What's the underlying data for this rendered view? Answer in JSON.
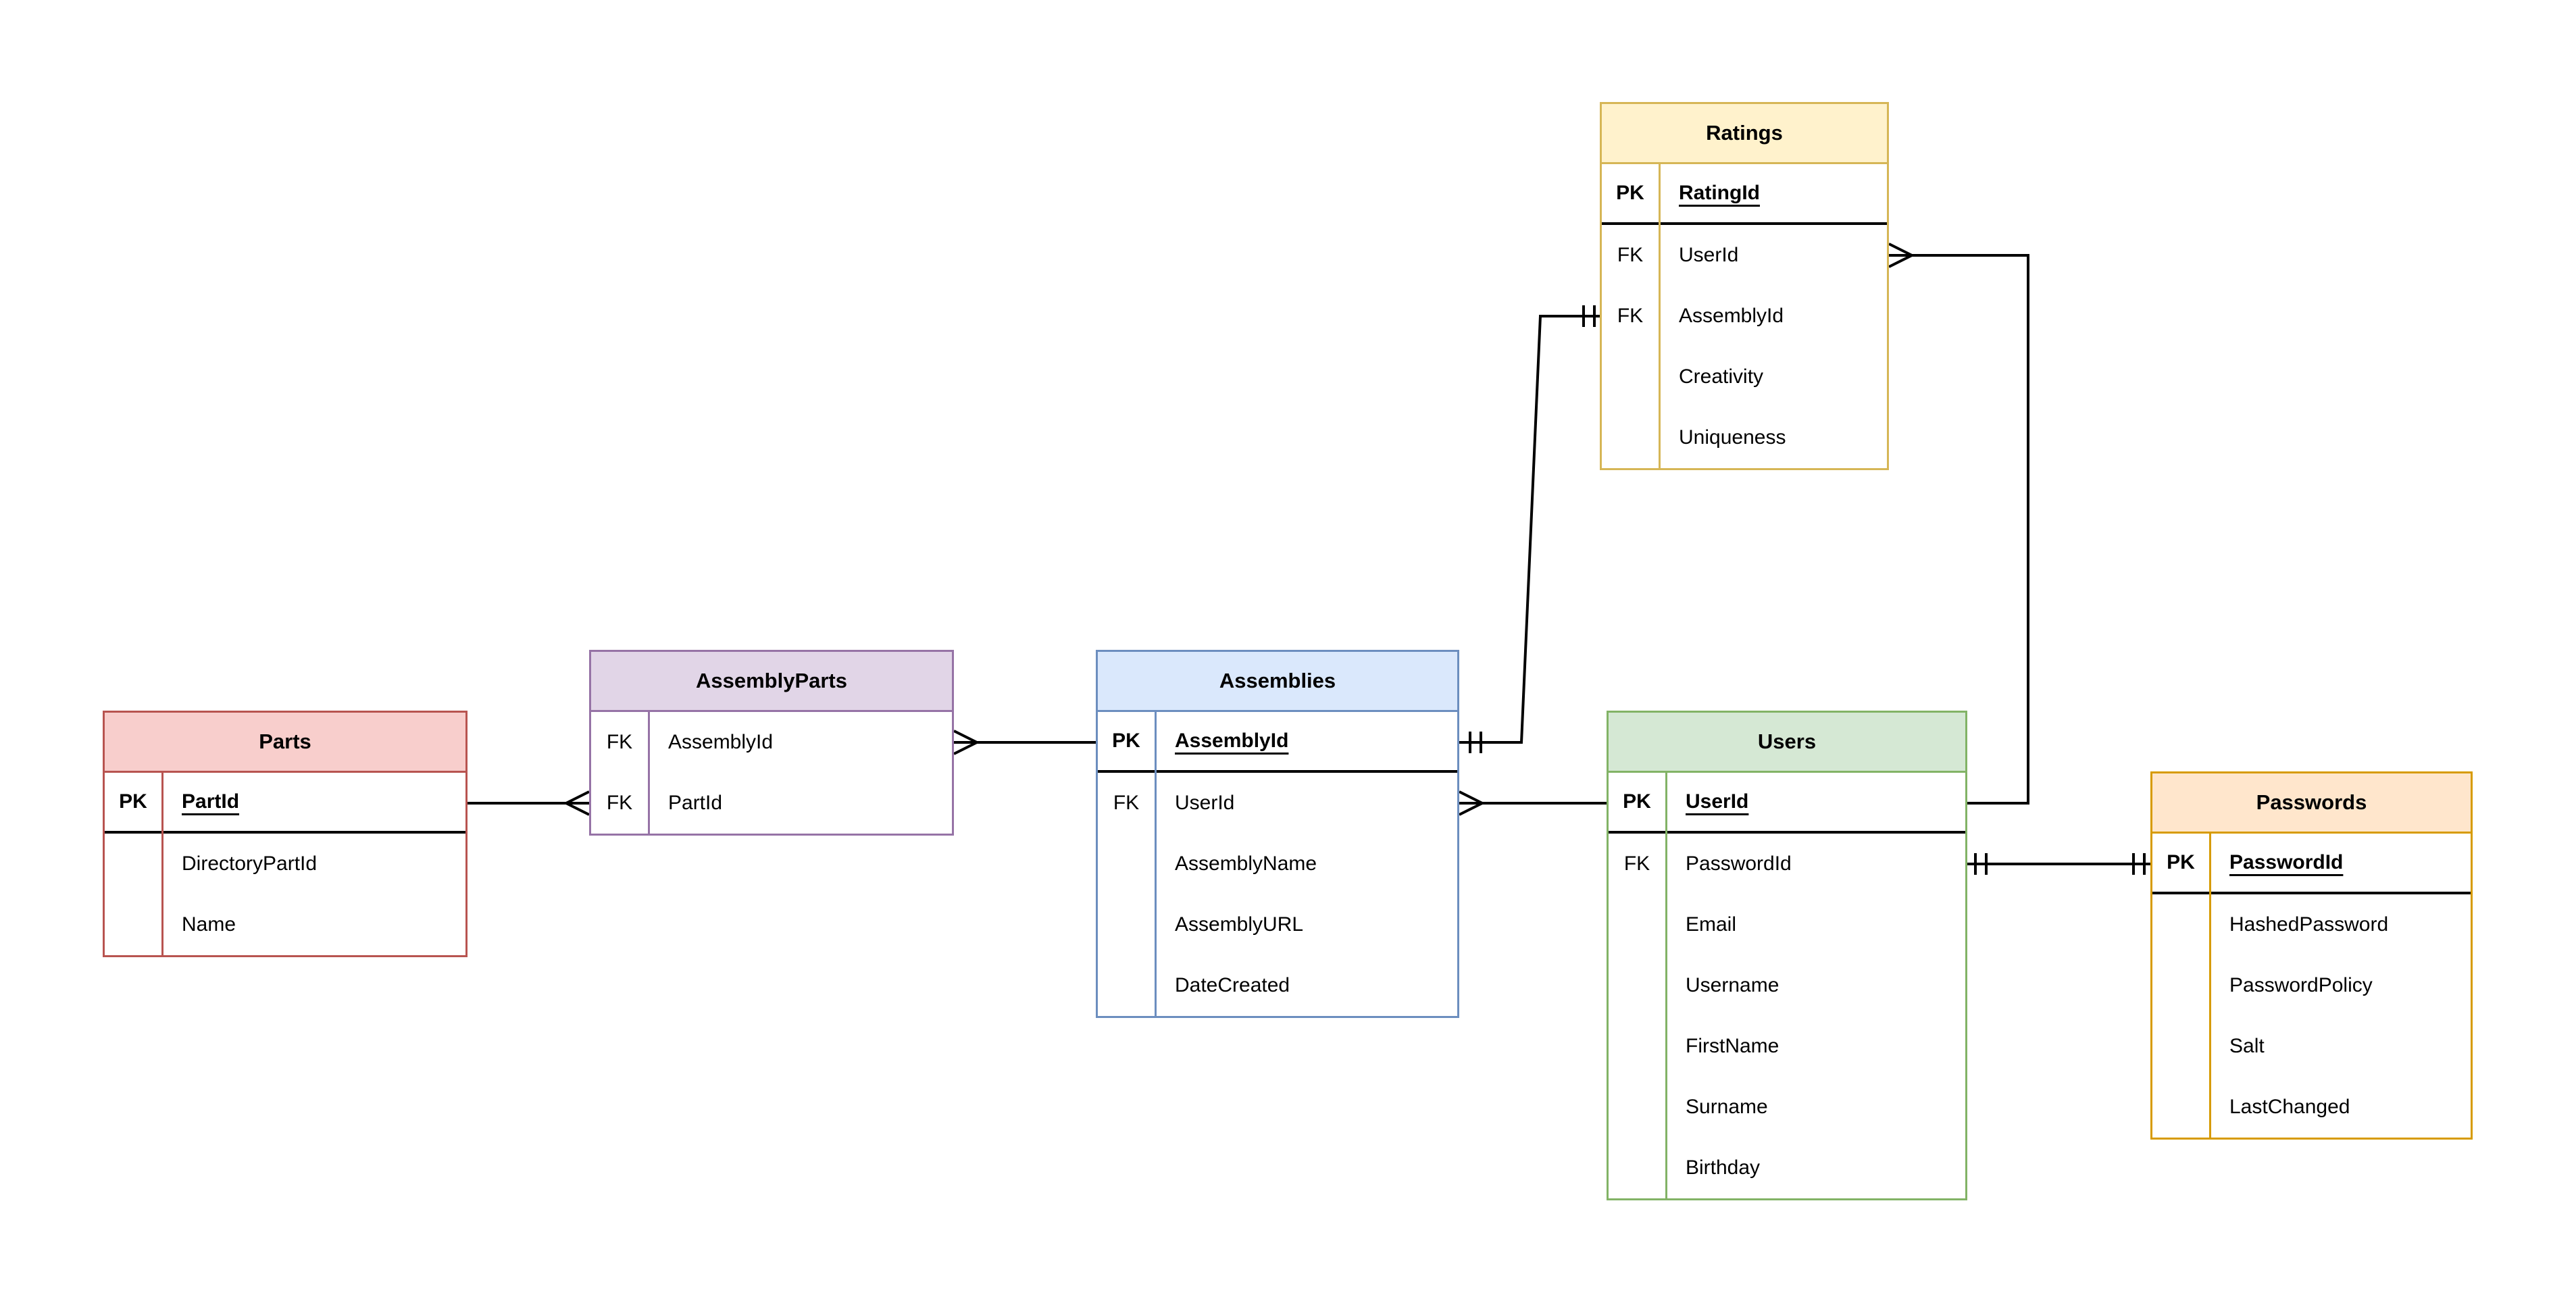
{
  "diagram": {
    "background": "#ffffff",
    "connector_color": "#000000",
    "entities": [
      {
        "id": "parts",
        "title": "Parts",
        "header_fill": "#F8CECC",
        "stroke_color": "#B85450",
        "rows": [
          {
            "key": "PK",
            "name": "PartId",
            "is_pk": true
          },
          {
            "key": "",
            "name": "DirectoryPartId",
            "is_pk": false
          },
          {
            "key": "",
            "name": "Name",
            "is_pk": false
          }
        ]
      },
      {
        "id": "assembly-parts",
        "title": "AssemblyParts",
        "header_fill": "#E1D5E7",
        "stroke_color": "#9673A6",
        "rows": [
          {
            "key": "FK",
            "name": "AssemblyId",
            "is_pk": false
          },
          {
            "key": "FK",
            "name": "PartId",
            "is_pk": false
          }
        ]
      },
      {
        "id": "assemblies",
        "title": "Assemblies",
        "header_fill": "#DAE8FC",
        "stroke_color": "#6C8EBF",
        "rows": [
          {
            "key": "PK",
            "name": "AssemblyId",
            "is_pk": true
          },
          {
            "key": "FK",
            "name": "UserId",
            "is_pk": false
          },
          {
            "key": "",
            "name": "AssemblyName",
            "is_pk": false
          },
          {
            "key": "",
            "name": "AssemblyURL",
            "is_pk": false
          },
          {
            "key": "",
            "name": "DateCreated",
            "is_pk": false
          }
        ]
      },
      {
        "id": "ratings",
        "title": "Ratings",
        "header_fill": "#FFF2CC",
        "stroke_color": "#D6B656",
        "rows": [
          {
            "key": "PK",
            "name": "RatingId",
            "is_pk": true
          },
          {
            "key": "FK",
            "name": "UserId",
            "is_pk": false
          },
          {
            "key": "FK",
            "name": "AssemblyId",
            "is_pk": false
          },
          {
            "key": "",
            "name": "Creativity",
            "is_pk": false
          },
          {
            "key": "",
            "name": "Uniqueness",
            "is_pk": false
          }
        ]
      },
      {
        "id": "users",
        "title": "Users",
        "header_fill": "#D5E8D4",
        "stroke_color": "#82B366",
        "rows": [
          {
            "key": "PK",
            "name": "UserId",
            "is_pk": true
          },
          {
            "key": "FK",
            "name": "PasswordId",
            "is_pk": false
          },
          {
            "key": "",
            "name": "Email",
            "is_pk": false
          },
          {
            "key": "",
            "name": "Username",
            "is_pk": false
          },
          {
            "key": "",
            "name": "FirstName",
            "is_pk": false
          },
          {
            "key": "",
            "name": "Surname",
            "is_pk": false
          },
          {
            "key": "",
            "name": "Birthday",
            "is_pk": false
          }
        ]
      },
      {
        "id": "passwords",
        "title": "Passwords",
        "header_fill": "#FFE6CC",
        "stroke_color": "#D79B00",
        "rows": [
          {
            "key": "PK",
            "name": "PasswordId",
            "is_pk": true
          },
          {
            "key": "",
            "name": "HashedPassword",
            "is_pk": false
          },
          {
            "key": "",
            "name": "PasswordPolicy",
            "is_pk": false
          },
          {
            "key": "",
            "name": "Salt",
            "is_pk": false
          },
          {
            "key": "",
            "name": "LastChanged",
            "is_pk": false
          }
        ]
      }
    ],
    "relationships": [
      {
        "from": "Parts.PartId",
        "to": "AssemblyParts.PartId",
        "from_end": "plain",
        "to_end": "many"
      },
      {
        "from": "AssemblyParts.AssemblyId",
        "to": "Assemblies.AssemblyId",
        "from_end": "many",
        "to_end": "plain"
      },
      {
        "from": "Assemblies.AssemblyId",
        "to": "Ratings.AssemblyId",
        "from_end": "exactly-one",
        "to_end": "exactly-one"
      },
      {
        "from": "Ratings.UserId",
        "to": "Users.UserId",
        "from_end": "many",
        "to_end": "plain"
      },
      {
        "from": "Assemblies.UserId",
        "to": "Users.UserId",
        "from_end": "many",
        "to_end": "plain"
      },
      {
        "from": "Users.PasswordId",
        "to": "Passwords.PasswordId",
        "from_end": "exactly-one",
        "to_end": "exactly-one"
      }
    ]
  }
}
